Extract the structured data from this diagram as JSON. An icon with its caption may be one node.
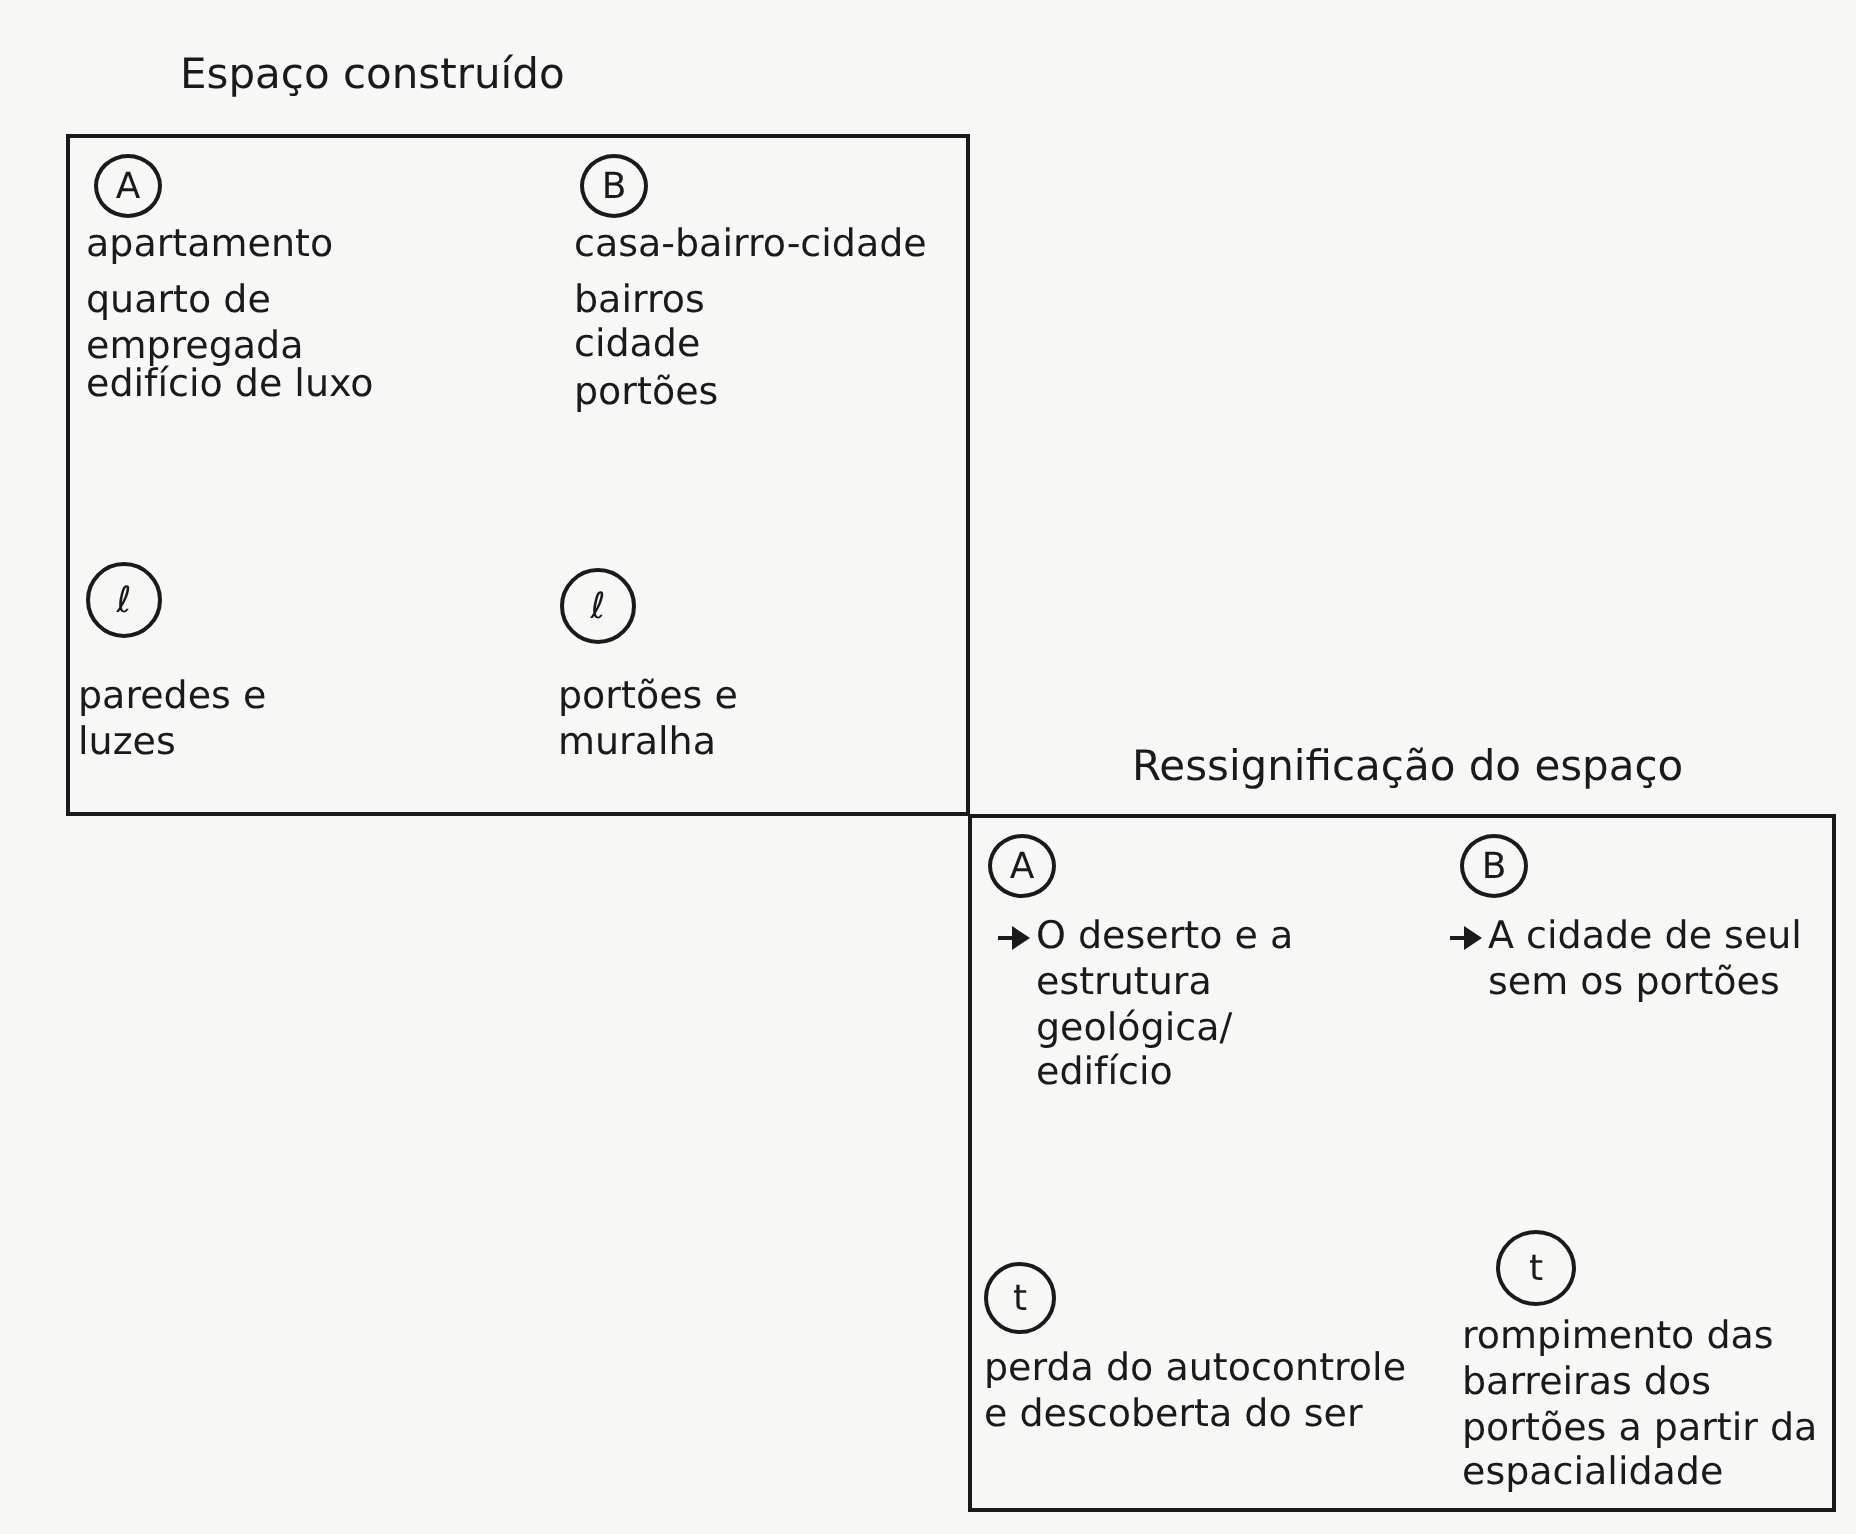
{
  "diagram": {
    "nodes": [
      {
        "text": [
          "Espaço construído",
          "apartamento",
          "quarto de empregada",
          "edifício de luxo",
          "casa-bairro-cidade",
          "bairros",
          "cidade",
          "portões",
          "paredes e luzes",
          "portões e muralha"
        ]
      },
      {
        "text": [
          "A"
        ],
        "in": 0
      },
      {
        "text": [
          "B"
        ],
        "in": 0
      },
      {
        "text": [
          "ℓ"
        ],
        "in": 0
      },
      {
        "text": [
          "ℓ"
        ],
        "in": 0
      },
      {
        "text": [
          "Ressignificação do espaço",
          "O deserto e a estrutura geológica/ edifício",
          "A cidade de seul sem os portões",
          "perda do autocontrole e descoberta do ser",
          "rompimento das barreiras dos portões a partir da espacialidade"
        ]
      },
      {
        "text": [
          "A"
        ],
        "in": 5
      },
      {
        "text": [
          "B"
        ],
        "in": 5
      },
      {
        "text": [
          "t"
        ],
        "in": 5
      },
      {
        "text": [
          "t"
        ],
        "in": 5
      }
    ],
    "edges": []
  }
}
